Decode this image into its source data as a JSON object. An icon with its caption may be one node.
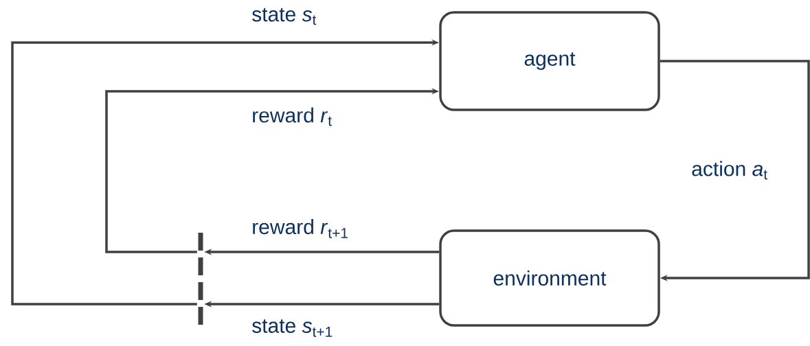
{
  "diagram": {
    "nodes": [
      {
        "text": [
          "agent"
        ]
      },
      {
        "text": [
          "environment"
        ]
      },
      {
        "text": [],
        "shape": "bar"
      }
    ],
    "edges": [
      {
        "from": 1,
        "to": 2,
        "arrow": "to",
        "label": "reward *r*$_{t+1}$"
      },
      {
        "from": 1,
        "to": 2,
        "arrow": "to",
        "label": "state *s*$_{t+1}$"
      },
      {
        "from": 2,
        "to": 0,
        "arrow": "to",
        "label": "reward *r*$_{t}$"
      },
      {
        "from": 2,
        "to": 0,
        "arrow": "to",
        "label": "state *s*$_{t}$"
      },
      {
        "from": 0,
        "to": 1,
        "arrow": "to",
        "label": "action *a*$_{t}$"
      }
    ]
  }
}
